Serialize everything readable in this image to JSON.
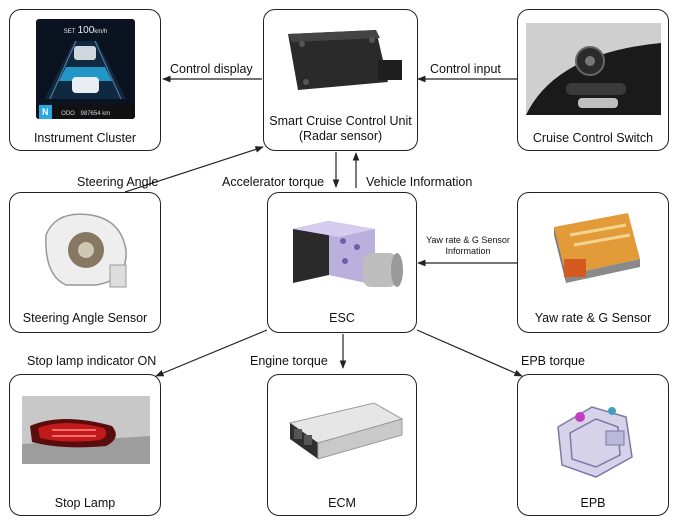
{
  "nodes": {
    "cluster": {
      "caption": "Instrument Cluster",
      "screen": {
        "set_label": "SET",
        "set_value": "100",
        "set_unit": "km/h",
        "gear": "N",
        "odo_label": "ODO",
        "odo_value": "987654",
        "odo_unit": "km"
      }
    },
    "scc": {
      "caption_line1": "Smart Cruise Control Unit",
      "caption_line2": "(Radar sensor)"
    },
    "switch": {
      "caption": "Cruise Control Switch"
    },
    "steering": {
      "caption": "Steering Angle Sensor"
    },
    "esc": {
      "caption": "ESC"
    },
    "yaw": {
      "caption": "Yaw rate & G Sensor"
    },
    "stoplamp": {
      "caption": "Stop Lamp"
    },
    "ecm": {
      "caption": "ECM"
    },
    "epb": {
      "caption": "EPB"
    }
  },
  "arrow_labels": {
    "control_display": "Control display",
    "control_input": "Control input",
    "steering_angle": "Steering Angle",
    "accelerator_torque": "Accelerator torque",
    "vehicle_information": "Vehicle Information",
    "yaw_info_line1": "Yaw rate & G Sensor",
    "yaw_info_line2": "Information",
    "stop_lamp_indicator": "Stop lamp indicator ON",
    "engine_torque": "Engine torque",
    "epb_torque": "EPB torque"
  },
  "colors": {
    "line": "#222222",
    "cluster_bg": "#0b1220",
    "cluster_accent": "#27a9e1",
    "lamp_red": "#c21a1a"
  }
}
